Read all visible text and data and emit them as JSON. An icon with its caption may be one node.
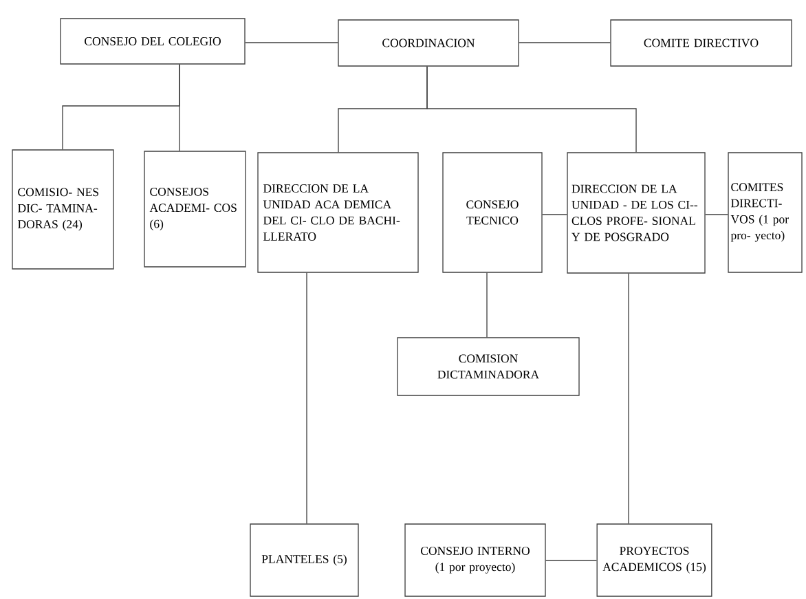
{
  "diagram": {
    "nodes": [
      {
        "text": [
          "CONSEJO DEL COLEGIO"
        ]
      },
      {
        "text": [
          "COORDINACION"
        ]
      },
      {
        "text": [
          "COMITE DIRECTIVO"
        ]
      },
      {
        "text": [
          "COMISIO- NES DIC- TAMINA- DORAS (24)"
        ]
      },
      {
        "text": [
          "CONSEJOS ACADEMI- COS (6)"
        ]
      },
      {
        "text": [
          "DIRECCION DE LA UNIDAD ACA DEMICA DEL CI- CLO DE BACHI- LLERATO"
        ]
      },
      {
        "text": [
          "CONSEJO TECNICO"
        ]
      },
      {
        "text": [
          "DIRECCION DE LA UNIDAD - DE LOS CI-- CLOS PROFE- SIONAL Y DE POSGRADO"
        ]
      },
      {
        "text": [
          "COMITES DIRECTI- VOS (1 por pro- yecto)"
        ]
      },
      {
        "text": [
          "COMISION DICTAMINADORA"
        ]
      },
      {
        "text": [
          "PLANTELES (5)"
        ]
      },
      {
        "text": [
          "CONSEJO INTERNO (1 por proyecto)"
        ]
      },
      {
        "text": [
          "PROYECTOS ACADEMICOS (15)"
        ]
      }
    ],
    "edges": [
      {
        "from": 0,
        "to": 1,
        "arrow": "none"
      },
      {
        "from": 1,
        "to": 2,
        "arrow": "none"
      },
      {
        "from": 0,
        "to": 3,
        "arrow": "none"
      },
      {
        "from": 0,
        "to": 4,
        "arrow": "none"
      },
      {
        "from": 1,
        "to": 5,
        "arrow": "none"
      },
      {
        "from": 1,
        "to": 7,
        "arrow": "none"
      },
      {
        "from": 6,
        "to": 7,
        "arrow": "none"
      },
      {
        "from": 7,
        "to": 8,
        "arrow": "none"
      },
      {
        "from": 6,
        "to": 9,
        "arrow": "none"
      },
      {
        "from": 5,
        "to": 10,
        "arrow": "none"
      },
      {
        "from": 7,
        "to": 12,
        "arrow": "none"
      },
      {
        "from": 11,
        "to": 12,
        "arrow": "none"
      }
    ]
  }
}
